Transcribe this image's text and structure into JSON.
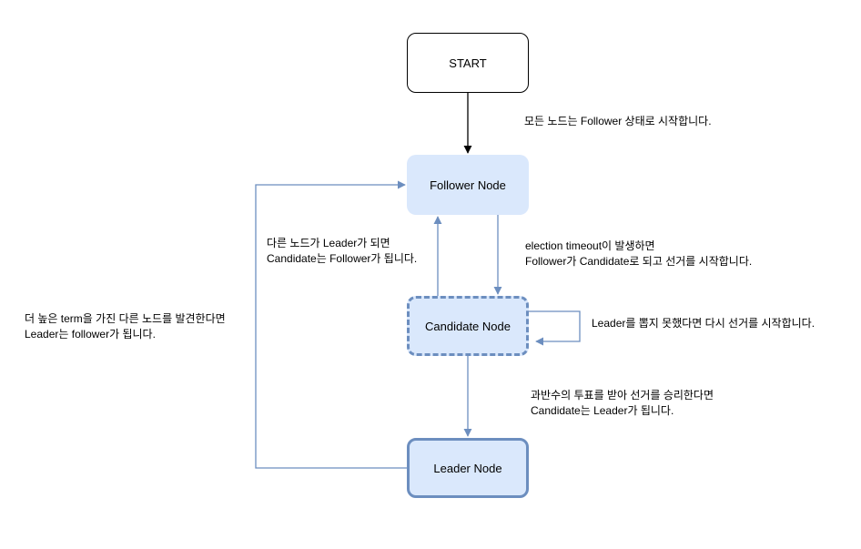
{
  "nodes": {
    "start": "START",
    "follower": "Follower Node",
    "candidate": "Candidate Node",
    "leader": "Leader Node"
  },
  "labels": {
    "start_to_follower": [
      "모든 노드는 Follower 상태로 시작합니다."
    ],
    "candidate_to_follower": [
      "다른 노드가 Leader가 되면",
      "Candidate는 Follower가 됩니다."
    ],
    "follower_to_candidate": [
      "election timeout이 발생하면",
      "Follower가 Candidate로 되고 선거를 시작합니다."
    ],
    "candidate_self_loop": [
      "Leader를 뽑지 못했다면 다시 선거를 시작합니다."
    ],
    "leader_to_follower": [
      "더 높은 term을 가진 다른 노드를 발견한다면",
      "Leader는 follower가 됩니다."
    ],
    "candidate_to_leader": [
      "과반수의 투표를 받아 선거를 승리한다면",
      "Candidate는 Leader가 됩니다."
    ]
  },
  "colors": {
    "node_fill": "#dae8fc",
    "node_stroke": "#6c8ebf",
    "edge": "#6c8ebf",
    "start_edge": "#000000"
  }
}
